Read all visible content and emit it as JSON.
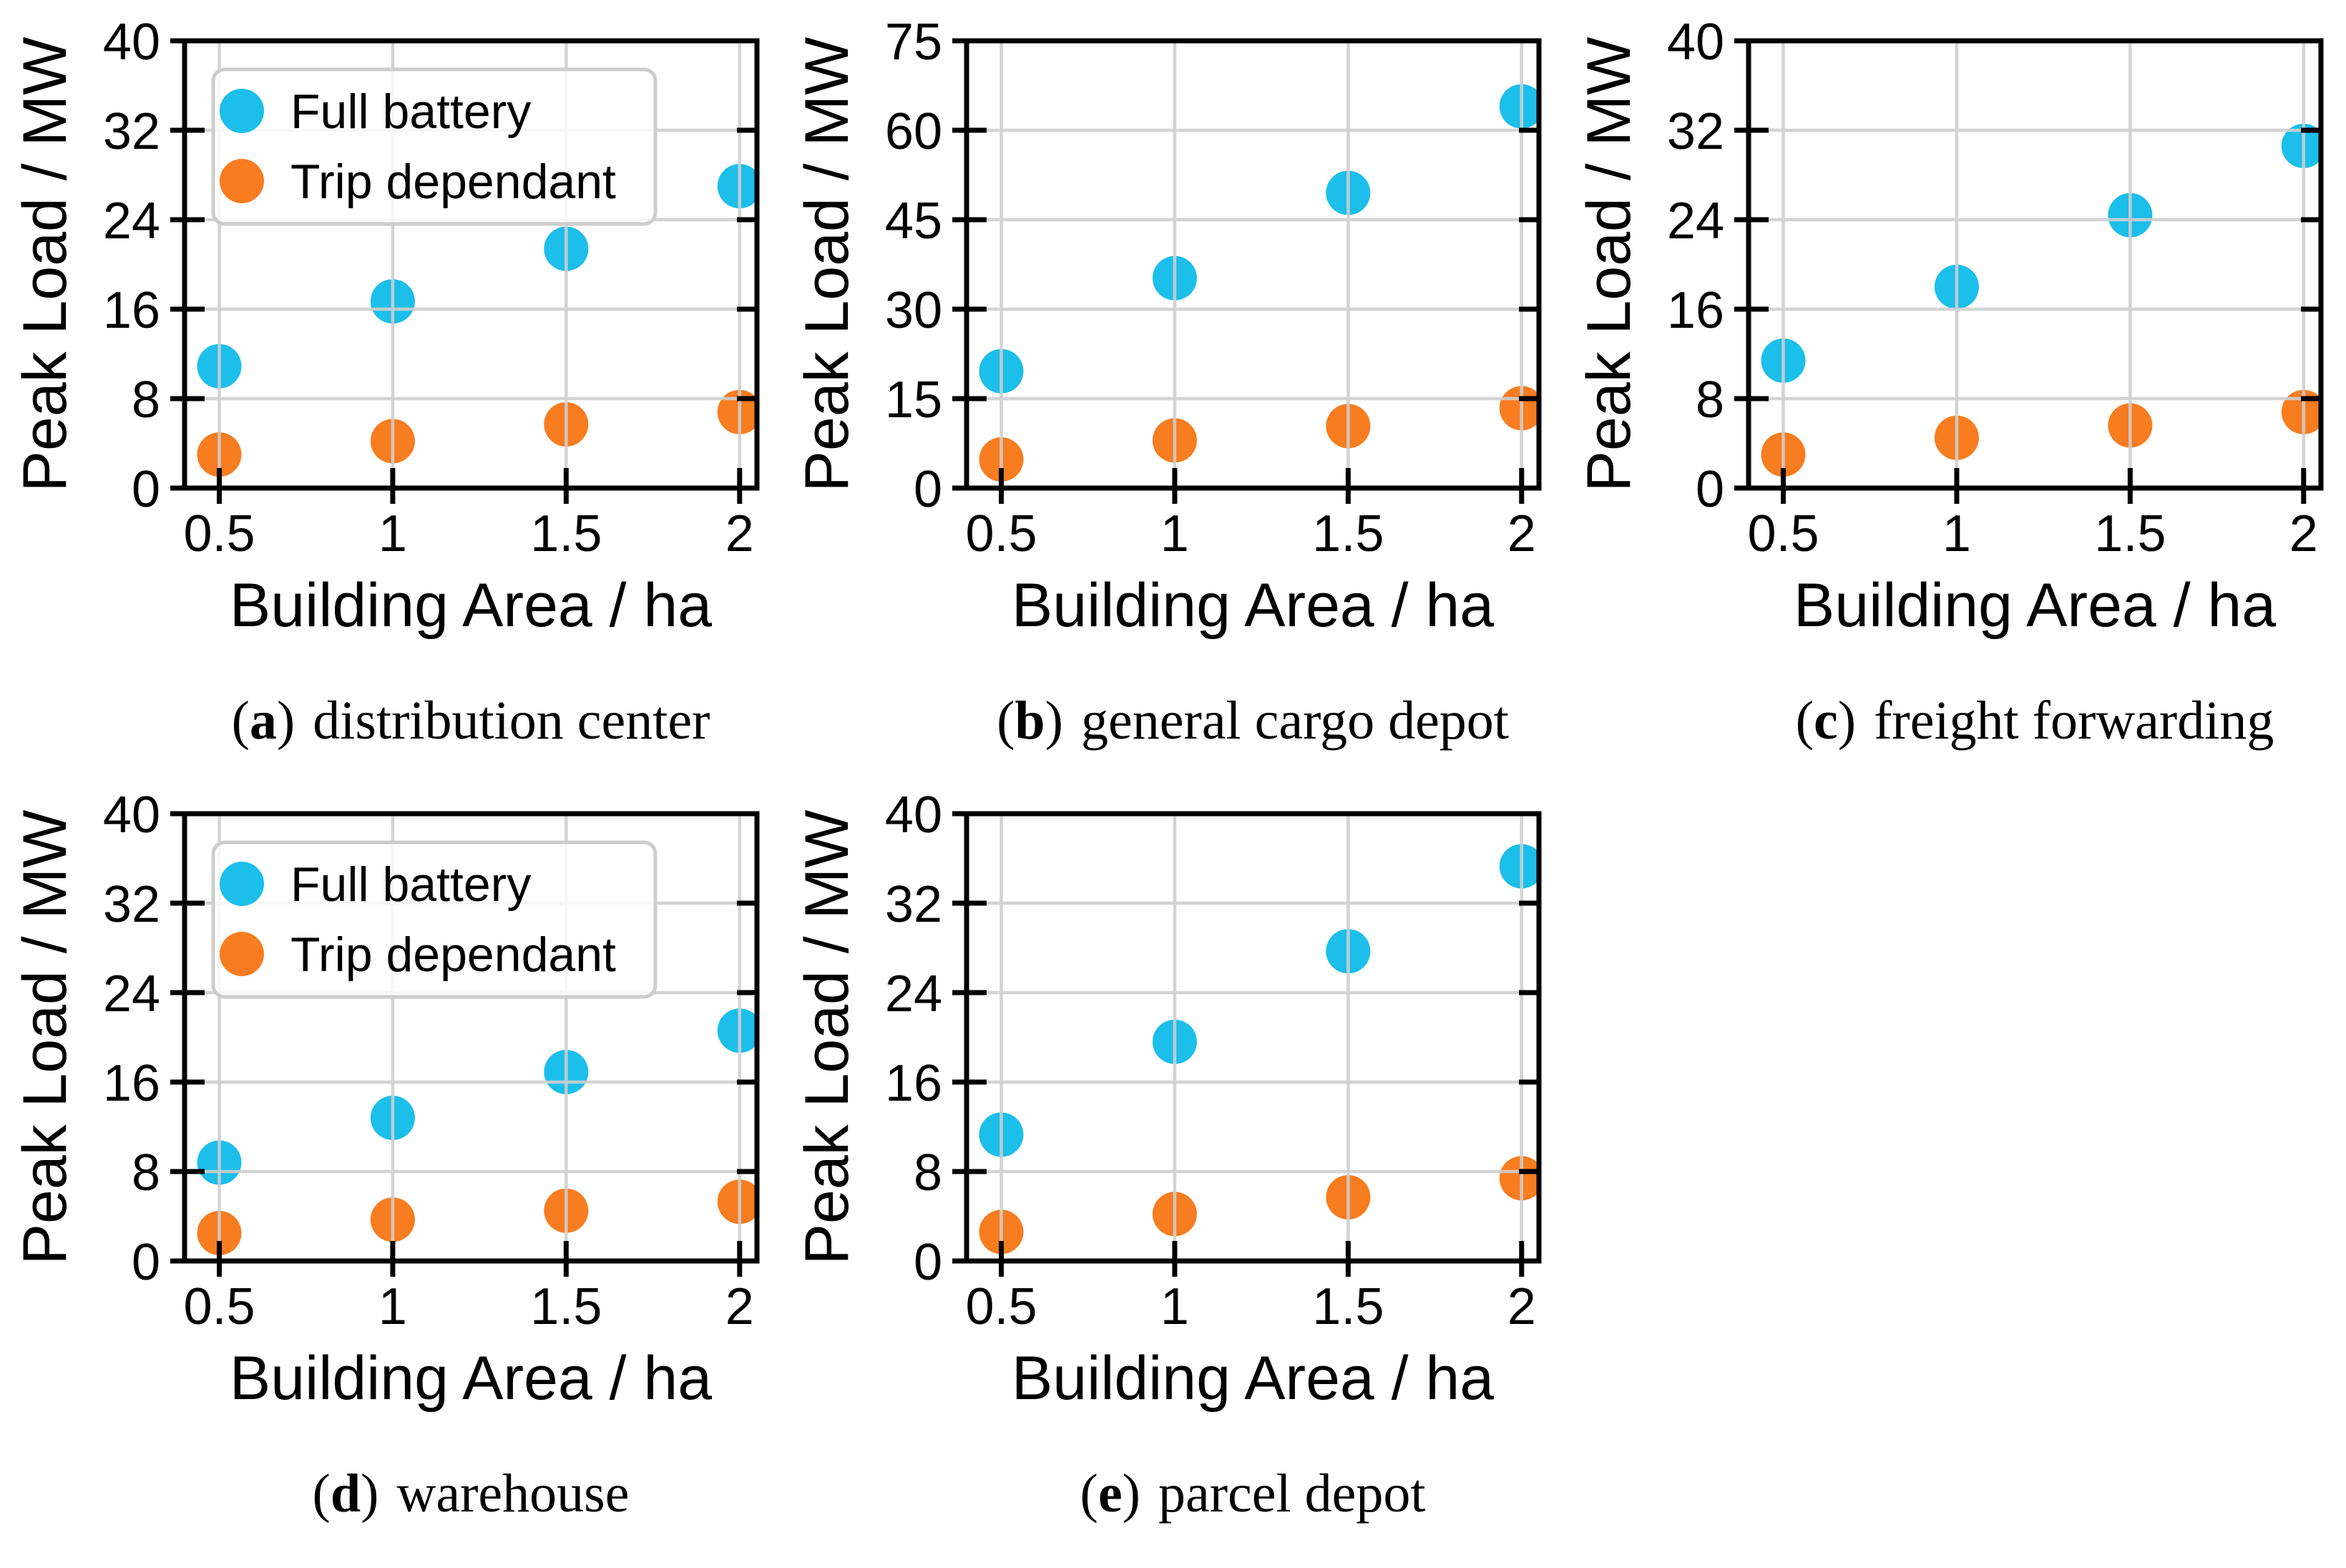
{
  "figure": {
    "caption_open": "(",
    "caption_close": ")",
    "series_colors": [
      "#1CBEEA",
      "#F87C20"
    ],
    "grid_color": "#CFCFCF",
    "frame_color": "#000000",
    "legend_border_color": "#CDCDCD",
    "legend_background": "#FFFFFF",
    "legend_labels": [
      "Full battery",
      "Trip dependant"
    ],
    "marker": "circle-icon"
  },
  "chart_data": [
    {
      "type": "scatter",
      "panel": "a",
      "title": "distribution center",
      "xlabel": "Building Area / ha",
      "ylabel": "Peak Load / MW",
      "x": [
        0.5,
        1.0,
        1.5,
        2.0
      ],
      "series": [
        {
          "name": "Full battery",
          "values": [
            10.9,
            16.7,
            21.4,
            27.0
          ]
        },
        {
          "name": "Trip dependant",
          "values": [
            3.0,
            4.2,
            5.7,
            6.8
          ]
        }
      ],
      "xlim": [
        0.4,
        2.05
      ],
      "ylim": [
        0,
        40
      ],
      "xticks": [
        0.5,
        1,
        1.5,
        2
      ],
      "xtick_labels": [
        "0.5",
        "1",
        "1.5",
        "2"
      ],
      "yticks": [
        0,
        8,
        16,
        24,
        32,
        40
      ],
      "grid": true,
      "legend_visible": true,
      "legend_position": "upper left"
    },
    {
      "type": "scatter",
      "panel": "b",
      "title": "general cargo depot",
      "xlabel": "Building Area / ha",
      "ylabel": "Peak Load / MW",
      "x": [
        0.5,
        1.0,
        1.5,
        2.0
      ],
      "series": [
        {
          "name": "Full battery",
          "values": [
            19.6,
            35.2,
            49.5,
            64.0
          ]
        },
        {
          "name": "Trip dependant",
          "values": [
            4.8,
            8.0,
            10.4,
            13.4
          ]
        }
      ],
      "xlim": [
        0.4,
        2.05
      ],
      "ylim": [
        0,
        75
      ],
      "xticks": [
        0.5,
        1,
        1.5,
        2
      ],
      "xtick_labels": [
        "0.5",
        "1",
        "1.5",
        "2"
      ],
      "yticks": [
        0,
        15,
        30,
        45,
        60,
        75
      ],
      "grid": true,
      "legend_visible": false,
      "legend_position": null
    },
    {
      "type": "scatter",
      "panel": "c",
      "title": "freight forwarding",
      "xlabel": "Building Area / ha",
      "ylabel": "Peak Load / MW",
      "x": [
        0.5,
        1.0,
        1.5,
        2.0
      ],
      "series": [
        {
          "name": "Full battery",
          "values": [
            11.4,
            18.0,
            24.4,
            30.6
          ]
        },
        {
          "name": "Trip dependant",
          "values": [
            3.0,
            4.5,
            5.6,
            6.8
          ]
        }
      ],
      "xlim": [
        0.4,
        2.05
      ],
      "ylim": [
        0,
        40
      ],
      "xticks": [
        0.5,
        1,
        1.5,
        2
      ],
      "xtick_labels": [
        "0.5",
        "1",
        "1.5",
        "2"
      ],
      "yticks": [
        0,
        8,
        16,
        24,
        32,
        40
      ],
      "grid": true,
      "legend_visible": false,
      "legend_position": null
    },
    {
      "type": "scatter",
      "panel": "d",
      "title": "warehouse",
      "xlabel": "Building Area / ha",
      "ylabel": "Peak Load / MW",
      "x": [
        0.5,
        1.0,
        1.5,
        2.0
      ],
      "series": [
        {
          "name": "Full battery",
          "values": [
            8.8,
            12.8,
            16.9,
            20.6
          ]
        },
        {
          "name": "Trip dependant",
          "values": [
            2.5,
            3.7,
            4.5,
            5.3
          ]
        }
      ],
      "xlim": [
        0.4,
        2.05
      ],
      "ylim": [
        0,
        40
      ],
      "xticks": [
        0.5,
        1,
        1.5,
        2
      ],
      "xtick_labels": [
        "0.5",
        "1",
        "1.5",
        "2"
      ],
      "yticks": [
        0,
        8,
        16,
        24,
        32,
        40
      ],
      "grid": true,
      "legend_visible": true,
      "legend_position": "upper left"
    },
    {
      "type": "scatter",
      "panel": "e",
      "title": "parcel depot",
      "xlabel": "Building Area / ha",
      "ylabel": "Peak Load / MW",
      "x": [
        0.5,
        1.0,
        1.5,
        2.0
      ],
      "series": [
        {
          "name": "Full battery",
          "values": [
            11.3,
            19.6,
            27.7,
            35.3
          ]
        },
        {
          "name": "Trip dependant",
          "values": [
            2.6,
            4.2,
            5.7,
            7.4
          ]
        }
      ],
      "xlim": [
        0.4,
        2.05
      ],
      "ylim": [
        0,
        40
      ],
      "xticks": [
        0.5,
        1,
        1.5,
        2
      ],
      "xtick_labels": [
        "0.5",
        "1",
        "1.5",
        "2"
      ],
      "yticks": [
        0,
        8,
        16,
        24,
        32,
        40
      ],
      "grid": true,
      "legend_visible": false,
      "legend_position": null
    }
  ]
}
